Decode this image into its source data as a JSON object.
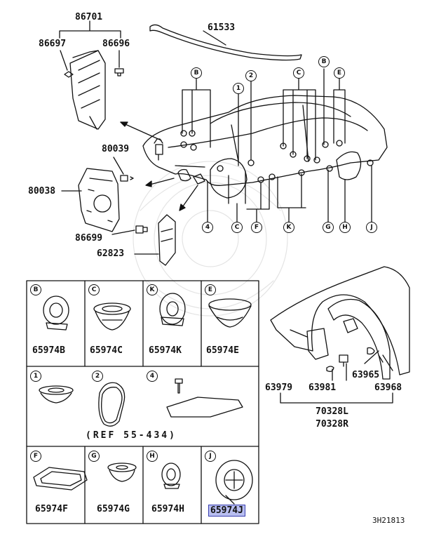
{
  "diagram": {
    "upper_labels": {
      "p86701": "86701",
      "p86697": "86697",
      "p86696": "86696",
      "p61533": "61533",
      "p80039": "80039",
      "p80038": "80038",
      "p86699": "86699",
      "p62823": "62823"
    },
    "car_callouts": {
      "top": [
        "B",
        "2",
        "1",
        "C",
        "B",
        "E"
      ],
      "bottom": [
        "4",
        "C",
        "F",
        "K",
        "G",
        "H",
        "J"
      ]
    },
    "cells": {
      "B": {
        "badge": "B",
        "part": "65974B"
      },
      "C": {
        "badge": "C",
        "part": "65974C"
      },
      "K": {
        "badge": "K",
        "part": "65974K"
      },
      "E": {
        "badge": "E",
        "part": "65974E"
      },
      "n1": {
        "badge": "1"
      },
      "n2": {
        "badge": "2"
      },
      "n4": {
        "badge": "4"
      },
      "ref": "(REF 55-434)",
      "F": {
        "badge": "F",
        "part": "65974F"
      },
      "G": {
        "badge": "G",
        "part": "65974G"
      },
      "H": {
        "badge": "H",
        "part": "65974H"
      },
      "J": {
        "badge": "J",
        "part": "65974J"
      }
    },
    "right_labels": {
      "p63965": "63965",
      "p63979": "63979",
      "p63981": "63981",
      "p63968": "63968",
      "p70328L": "70328L",
      "p70328R": "70328R"
    },
    "drawing_code": "3H21813",
    "highlight_color": "#b8bef0"
  }
}
